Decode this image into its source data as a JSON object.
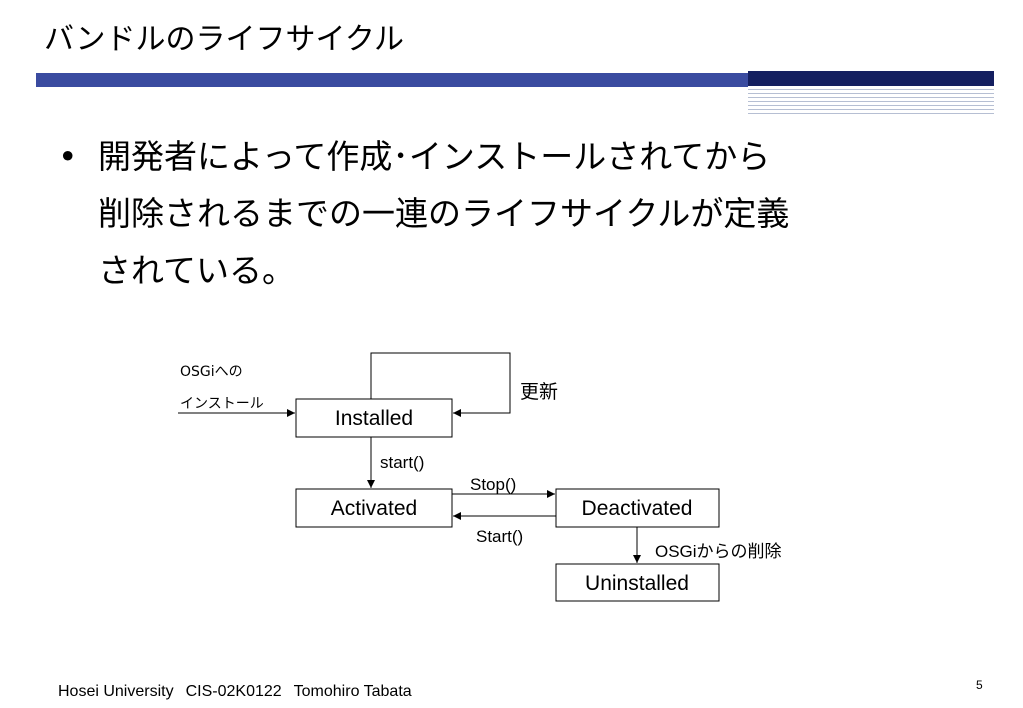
{
  "slide": {
    "title": "バンドルのライフサイクル",
    "bullet": {
      "marker": "•",
      "lines": [
        "開発者によって作成･インストールされてから",
        "削除されるまでの一連のライフサイクルが定義",
        "されている。"
      ]
    }
  },
  "diagram": {
    "states": {
      "installed": "Installed",
      "activated": "Activated",
      "deactivated": "Deactivated",
      "uninstalled": "Uninstalled"
    },
    "transitions": {
      "install_line1": "OSGiへの",
      "install_line2": "インストール",
      "update": "更新",
      "start_lower": "start()",
      "stop": "Stop()",
      "start_upper": "Start()",
      "remove": "OSGiからの削除"
    }
  },
  "footer": {
    "university": "Hosei University",
    "course": "CIS-02K0122",
    "author": "Tomohiro Tabata",
    "page_number": "5"
  },
  "colors": {
    "bar_main": "#3a4ba0",
    "bar_dark": "#141f60",
    "stripes": "#b6bfd3"
  }
}
